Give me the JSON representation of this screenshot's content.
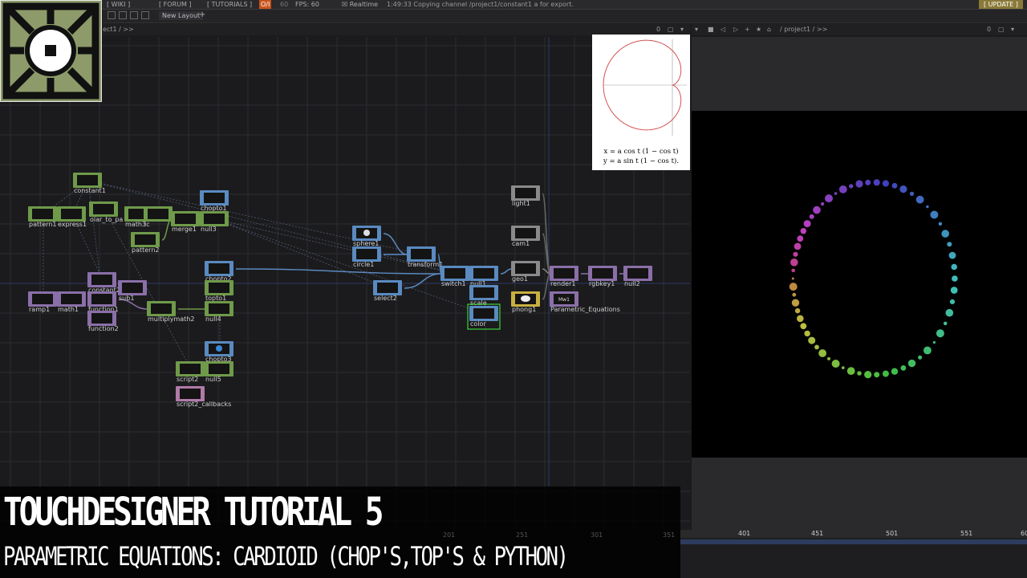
{
  "topbar": {
    "wiki": "[ WIKI ]",
    "forum": "[ FORUM ]",
    "tutorials": "[ TUTORIALS ]",
    "oi": "O/I",
    "sixty": "60",
    "fps": "FPS: 60",
    "realtime": "Realtime",
    "status": "1:49:33 Copying channel /project1/constant1 a for export.",
    "update": "[ UPDATE ]"
  },
  "layout_tab": "New Layout",
  "path_left": "ect1 / >>",
  "path_right": "/ project1 / >>",
  "zero_left": "0",
  "zero_right": "0",
  "nodes": [
    {
      "id": "constant1",
      "label": "constant1",
      "color": "#6f9a4a"
    },
    {
      "id": "pattern1",
      "label": "pattern1",
      "color": "#6f9a4a"
    },
    {
      "id": "express1",
      "label": "express1",
      "color": "#6f9a4a"
    },
    {
      "id": "polar",
      "label": "olar_to_pa",
      "color": "#6f9a4a"
    },
    {
      "id": "math3",
      "label": "math3",
      "color": "#6f9a4a"
    },
    {
      "id": "ic",
      "label": "ic",
      "color": "#6f9a4a"
    },
    {
      "id": "merge1",
      "label": "merge1",
      "color": "#6f9a4a"
    },
    {
      "id": "chopto1",
      "label": "chopto1",
      "color": "#5a8ac0"
    },
    {
      "id": "null3",
      "label": "null3",
      "color": "#6f9a4a"
    },
    {
      "id": "pattern2",
      "label": "pattern2",
      "color": "#6f9a4a"
    },
    {
      "id": "chopto2",
      "label": "chopto2",
      "color": "#5a8ac0"
    },
    {
      "id": "topto1",
      "label": "topto1",
      "color": "#6f9a4a"
    },
    {
      "id": "constant2",
      "label": "constant2",
      "color": "#8a6fa8"
    },
    {
      "id": "sub1",
      "label": "sub1",
      "color": "#8a6fa8"
    },
    {
      "id": "ramp1",
      "label": "ramp1",
      "color": "#8a6fa8"
    },
    {
      "id": "math1",
      "label": "math1",
      "color": "#8a6fa8"
    },
    {
      "id": "function1",
      "label": "function1",
      "color": "#8a6fa8"
    },
    {
      "id": "function2",
      "label": "function2",
      "color": "#8a6fa8"
    },
    {
      "id": "multiplymath2",
      "label": "multiplymath2",
      "color": "#6f9a4a"
    },
    {
      "id": "null4",
      "label": "null4",
      "color": "#6f9a4a"
    },
    {
      "id": "chopto3",
      "label": "chopto3",
      "color": "#5a8ac0"
    },
    {
      "id": "script2",
      "label": "script2",
      "color": "#6f9a4a"
    },
    {
      "id": "null5",
      "label": "null5",
      "color": "#6f9a4a"
    },
    {
      "id": "script2_callbacks",
      "label": "script2_callbacks",
      "color": "#b07aa8"
    },
    {
      "id": "sphere1",
      "label": "sphere1",
      "color": "#5a8ac0"
    },
    {
      "id": "circle1",
      "label": "circle1",
      "color": "#5a8ac0"
    },
    {
      "id": "transform1",
      "label": "transform1",
      "color": "#5a8ac0"
    },
    {
      "id": "select2",
      "label": "select2",
      "color": "#5a8ac0"
    },
    {
      "id": "switch1",
      "label": "switch1",
      "color": "#5a8ac0"
    },
    {
      "id": "null1",
      "label": "null1",
      "color": "#5a8ac0"
    },
    {
      "id": "scale",
      "label": "scale",
      "color": "#5a8ac0"
    },
    {
      "id": "color",
      "label": "color",
      "color": "#5a8ac0"
    },
    {
      "id": "light1",
      "label": "light1",
      "color": "#8a8a8a"
    },
    {
      "id": "cam1",
      "label": "cam1",
      "color": "#8a8a8a"
    },
    {
      "id": "geo1",
      "label": "geo1",
      "color": "#8a8a8a"
    },
    {
      "id": "phong1",
      "label": "phong1",
      "color": "#c8b040"
    },
    {
      "id": "render1",
      "label": "render1",
      "color": "#8a6fa8"
    },
    {
      "id": "rgbkey1",
      "label": "rgbkey1",
      "color": "#8a6fa8"
    },
    {
      "id": "null2",
      "label": "null2",
      "color": "#8a6fa8"
    },
    {
      "id": "parametric",
      "label": "Parametric_Equations",
      "color": "#8a6fa8"
    }
  ],
  "param_tile_text": "Mw1",
  "inset": {
    "eq1": "x = a cos t (1 − cos t)",
    "eq2": "y = a sin t (1 − cos t)."
  },
  "timeline": {
    "ticks": [
      "401",
      "451",
      "501",
      "551",
      "60"
    ],
    "left_ticks": [
      "201",
      "251",
      "301",
      "351"
    ]
  },
  "caption": {
    "title": "TOUCHDESIGNER TUTORIAL 5",
    "subtitle": "PARAMETRIC EQUATIONS: CARDIOID (CHOP'S,TOP'S & PYTHON)"
  },
  "colors": {
    "accent": "#c9541b",
    "network_bg": "#1b1b1d",
    "grid": "#2b2c31",
    "wire": "#5a8ac0",
    "logo_bg": "#8d9b6a"
  }
}
